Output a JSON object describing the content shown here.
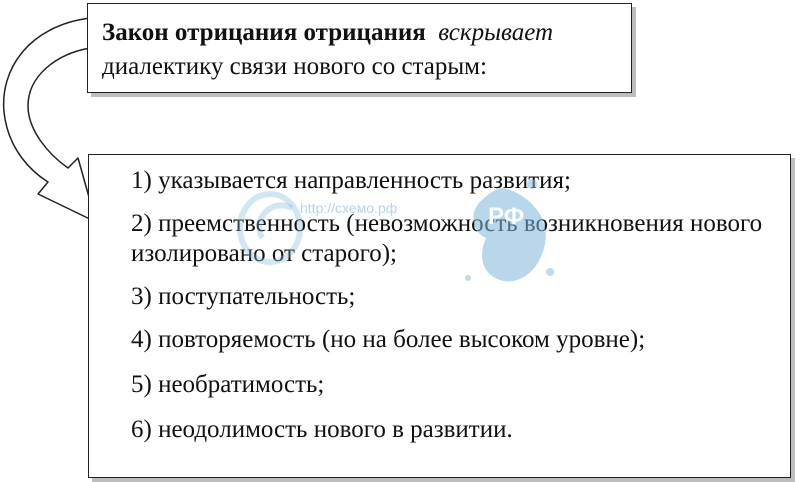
{
  "header": {
    "bold_text": "Закон отрицания отрицания",
    "italic_text": "вскрывает",
    "line2": "диалектику связи нового со старым:"
  },
  "items": [
    {
      "text": "1) указывается направленность развития;"
    },
    {
      "text": "2) преемственность (невозможность возникновения нового изолировано от старого);"
    },
    {
      "text": "3) поступательность;"
    },
    {
      "text": "4) повторяемость (но на более высоком уровне);"
    },
    {
      "text": "5) необратимость;"
    },
    {
      "text": "6) неодолимость нового в развитии."
    }
  ],
  "watermark": {
    "url": "http://схемо.рф",
    "rf": "РФ"
  },
  "colors": {
    "border": "#222222",
    "shadow": "#bdbdbd",
    "arrow_fill": "#ffffff",
    "watermark": "#7fb6db"
  }
}
